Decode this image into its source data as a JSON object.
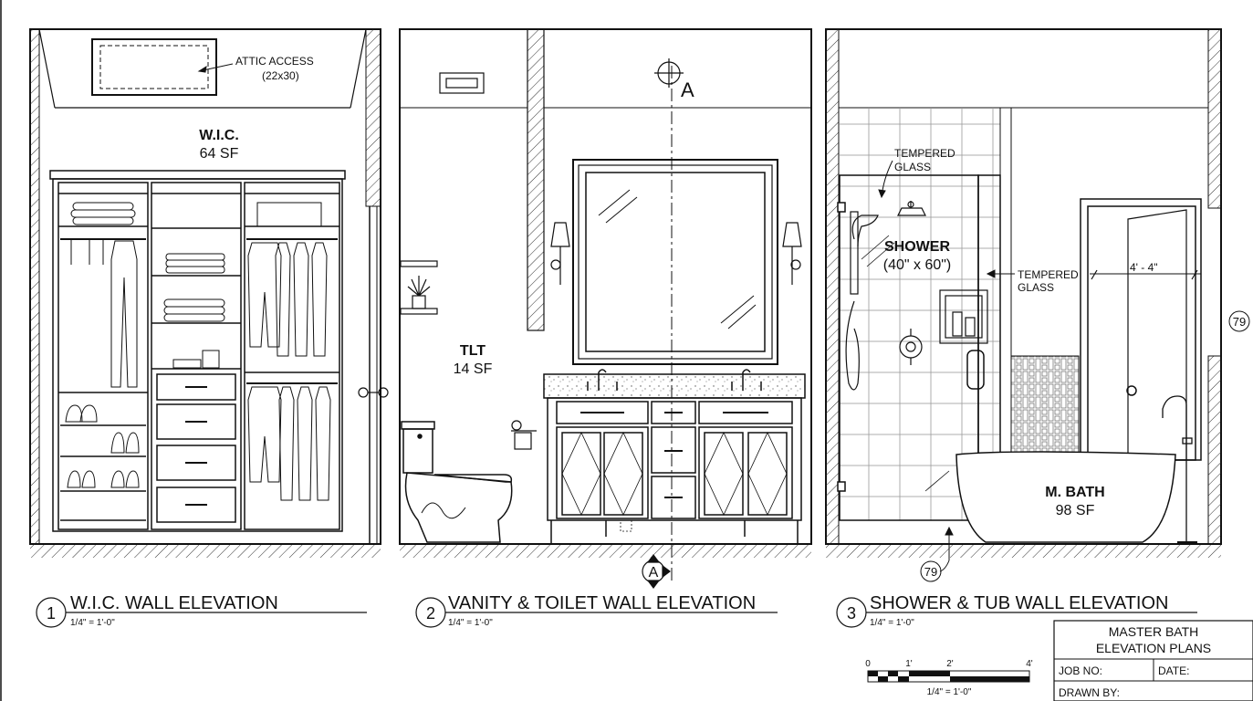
{
  "elevations": [
    {
      "number": "1",
      "title": "W.I.C.  WALL ELEVATION",
      "scale": "1/4\" = 1'-0\""
    },
    {
      "number": "2",
      "title": "VANITY & TOILET WALL ELEVATION",
      "scale": "1/4\" = 1'-0\""
    },
    {
      "number": "3",
      "title": "SHOWER & TUB WALL ELEVATION",
      "scale": "1/4\" = 1'-0\""
    }
  ],
  "rooms": {
    "wic": {
      "name": "W.I.C.",
      "area": "64 SF"
    },
    "toilet": {
      "name": "TLT",
      "area": "14 SF"
    },
    "shower": {
      "name": "SHOWER",
      "size": "(40\" x 60\")"
    },
    "bath": {
      "name": "M. BATH",
      "area": "98 SF"
    }
  },
  "notes": {
    "attic_line1": "ATTIC ACCESS",
    "attic_line2": "(22x30)",
    "glass_top_line1": "TEMPERED",
    "glass_top_line2": "GLASS",
    "glass_side_line1": "TEMPERED",
    "glass_side_line2": "GLASS",
    "door_dim": "4' - 4\""
  },
  "section_marker": "A",
  "tags": [
    "79",
    "79"
  ],
  "scale_bar": {
    "labels": [
      "0",
      "1'",
      "2'",
      "4'"
    ],
    "caption": "1/4\" = 1'-0\""
  },
  "title_block": {
    "title_line1": "MASTER BATH",
    "title_line2": "ELEVATION PLANS",
    "job_no": "JOB NO:",
    "date": "DATE:",
    "drawn_by": "DRAWN BY:"
  }
}
